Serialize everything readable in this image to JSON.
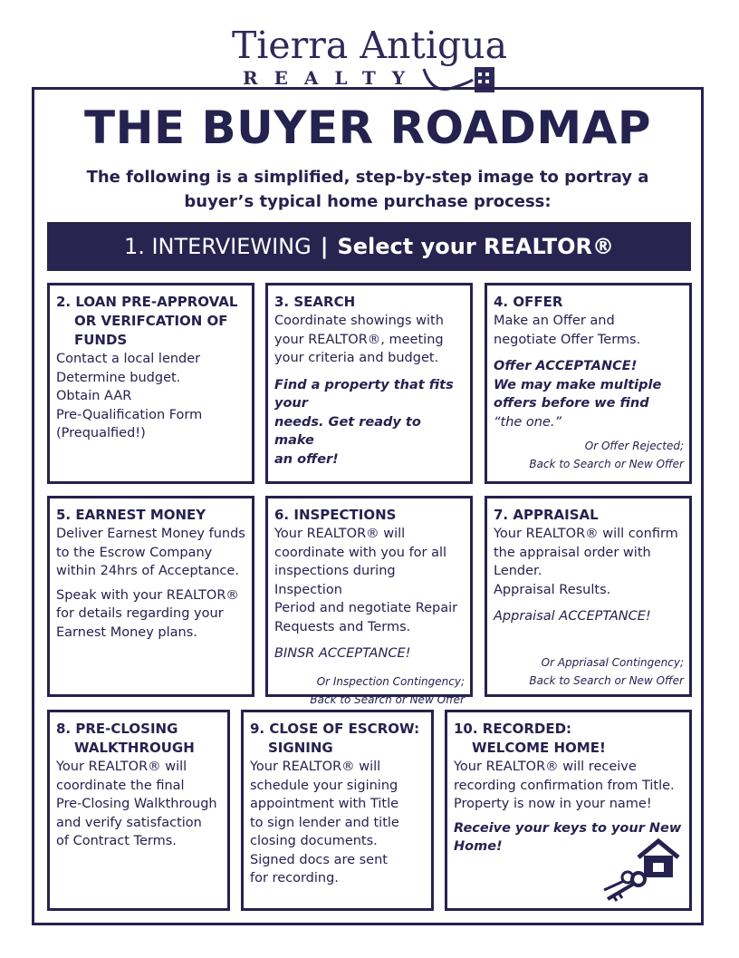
{
  "logo": {
    "title": "Tierra Antigua",
    "subtitle": "REALTY"
  },
  "title": "THE BUYER ROADMAP",
  "subtitle": "The following is a simplified, step-by-step image to portray a buyer’s typical home purchase process:",
  "banner": {
    "step": "1. INTERVIEWING",
    "separator": "|",
    "action": "Select your REALTOR®"
  },
  "steps": [
    {
      "title_line1": "2. LOAN PRE-APPROVAL",
      "title_line2": "OR VERIFCATION OF",
      "title_line3": "FUNDS",
      "lines": [
        "Contact a local lender",
        "Determine budget.",
        "Obtain AAR",
        "Pre-Qualification Form",
        "(Prequalfied!)"
      ]
    },
    {
      "title": "3. SEARCH",
      "lines": [
        "Coordinate showings with",
        "your REALTOR®, meeting",
        "your criteria and budget."
      ],
      "emphasis": [
        "Find a property that fits your",
        "needs. Get ready to make",
        "an offer!"
      ]
    },
    {
      "title": "4. OFFER",
      "lines": [
        "Make an Offer and",
        "negotiate Offer Terms."
      ],
      "emphasis": [
        "Offer ACCEPTANCE!",
        "We may make multiple",
        "offers before we find",
        "“the one.”"
      ],
      "note": [
        "Or Offer Rejected;",
        "Back to Search or New Offer"
      ]
    },
    {
      "title": "5. EARNEST MONEY",
      "lines": [
        "Deliver Earnest Money funds",
        "to the Escrow Company",
        "within 24hrs of Acceptance."
      ],
      "lines2": [
        "Speak with your REALTOR®",
        "for details regarding your",
        "Earnest Money plans."
      ]
    },
    {
      "title": "6. INSPECTIONS",
      "lines": [
        "Your REALTOR® will",
        "coordinate with you for all",
        "inspections during Inspection",
        "Period and negotiate Repair",
        "Requests and Terms."
      ],
      "emphasis": [
        "BINSR ACCEPTANCE!"
      ],
      "note": [
        "Or Inspection Contingency;",
        "Back to Search or New Offer"
      ]
    },
    {
      "title": "7. APPRAISAL",
      "lines": [
        "Your REALTOR® will confirm",
        "the appraisal order with",
        "Lender.",
        "Appraisal Results."
      ],
      "emphasis": [
        "Appraisal ACCEPTANCE!"
      ],
      "note": [
        "Or Appriasal Contingency;",
        "Back to Search or New Offer"
      ]
    },
    {
      "title_line1": "8. PRE-CLOSING",
      "title_line2": "WALKTHROUGH",
      "lines": [
        "Your REALTOR® will",
        "coordinate the final",
        "Pre-Closing Walkthrough",
        "and verify satisfaction",
        "of Contract Terms."
      ]
    },
    {
      "title_line1": "9. CLOSE OF ESCROW:",
      "title_line2": "SIGNING",
      "lines": [
        "Your REALTOR® will",
        "schedule your sigining",
        "appointment with Title",
        "to sign lender and title",
        "closing documents.",
        "Signed docs are sent",
        "for recording."
      ]
    },
    {
      "title_line1": "10. RECORDED:",
      "title_line2": "WELCOME HOME!",
      "lines": [
        "Your REALTOR® will receive",
        "recording confirmation from Title.",
        "Property is now in your name!"
      ],
      "emphasis": [
        "Receive your keys to your New",
        "Home!"
      ]
    }
  ],
  "icons": {
    "logo": "building-icon",
    "home": "house-with-keys-icon"
  }
}
